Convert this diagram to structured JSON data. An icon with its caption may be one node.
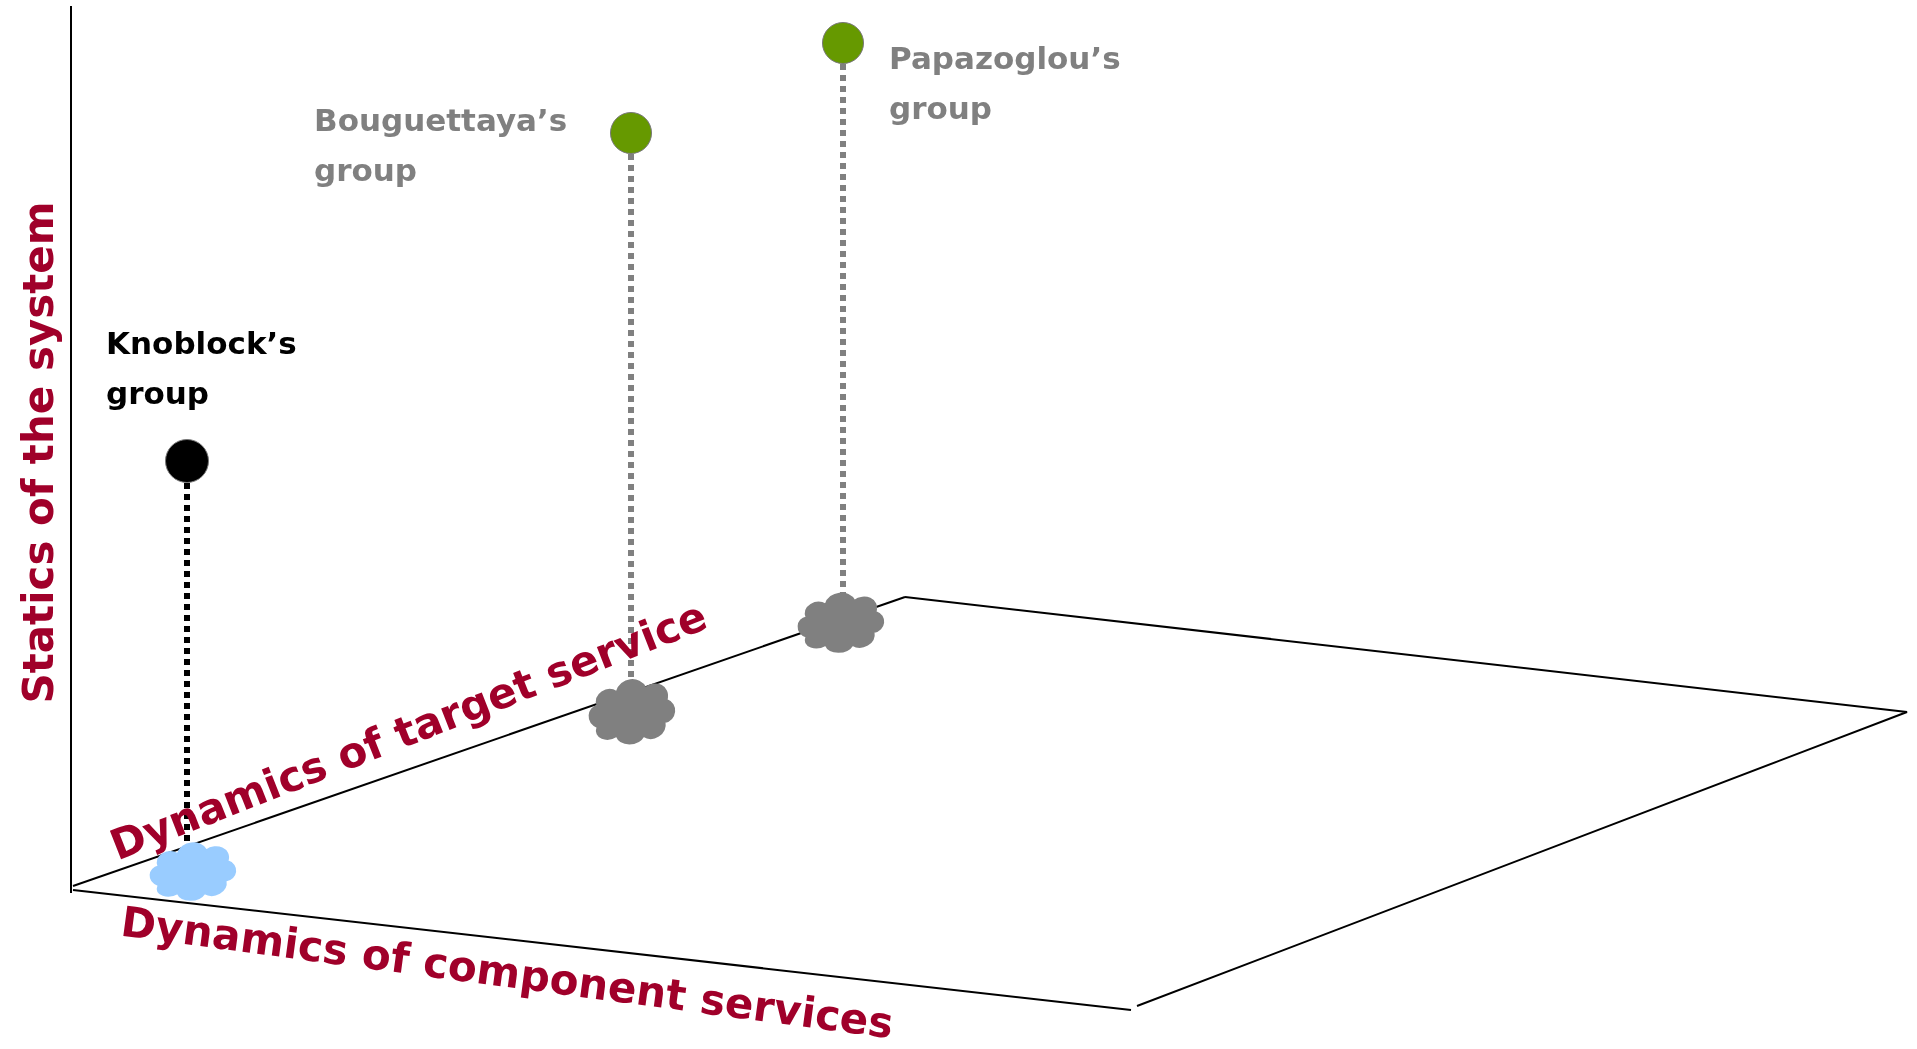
{
  "diagram": {
    "nodes": [
      {
        "text": [],
        "shape": "circle",
        "beside": [
          "Knoblock’s group"
        ]
      },
      {
        "text": [],
        "shape": "circle",
        "beside": [
          "Bouguettaya’s group"
        ]
      },
      {
        "text": [],
        "shape": "circle",
        "beside": [
          "Papazoglou’s group"
        ]
      },
      {
        "text": [],
        "shape": "cloud"
      },
      {
        "text": [],
        "shape": "cloud"
      },
      {
        "text": [],
        "shape": "cloud"
      }
    ],
    "edges": [
      {
        "from": 0,
        "to": 3,
        "arrow": "none",
        "style": "dashed",
        "color": "#000000"
      },
      {
        "from": 1,
        "to": 4,
        "arrow": "none",
        "style": "dashed"
      },
      {
        "from": 2,
        "to": 5,
        "arrow": "none",
        "style": "dashed"
      }
    ],
    "labels": [
      "Statics of the system",
      "Dynamics of target service",
      "Dynamics of component services"
    ]
  }
}
